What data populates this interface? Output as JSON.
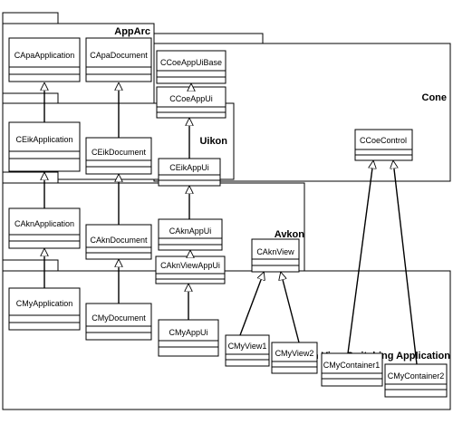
{
  "packages": {
    "apparc": "AppArc",
    "cone": "Cone",
    "uikon": "Uikon",
    "avkon": "Avkon",
    "app": "Avkon View Switching Application"
  },
  "classes": {
    "capa_application": "CApaApplication",
    "capa_document": "CApaDocument",
    "ccoe_appuibase": "CCoeAppUiBase",
    "ccoe_appui": "CCoeAppUi",
    "ccoe_control": "CCoeControl",
    "ceik_application": "CEikApplication",
    "ceik_document": "CEikDocument",
    "ceik_appui": "CEikAppUi",
    "cakn_application": "CAknApplication",
    "cakn_document": "CAknDocument",
    "cakn_appui": "CAknAppUi",
    "cakn_viewappui": "CAknViewAppUi",
    "cakn_view": "CAknView",
    "cmy_application": "CMyApplication",
    "cmy_document": "CMyDocument",
    "cmy_appui": "CMyAppUi",
    "cmy_view1": "CMyView1",
    "cmy_view2": "CMyView2",
    "cmy_container1": "CMyContainer1",
    "cmy_container2": "CMyContainer2"
  }
}
